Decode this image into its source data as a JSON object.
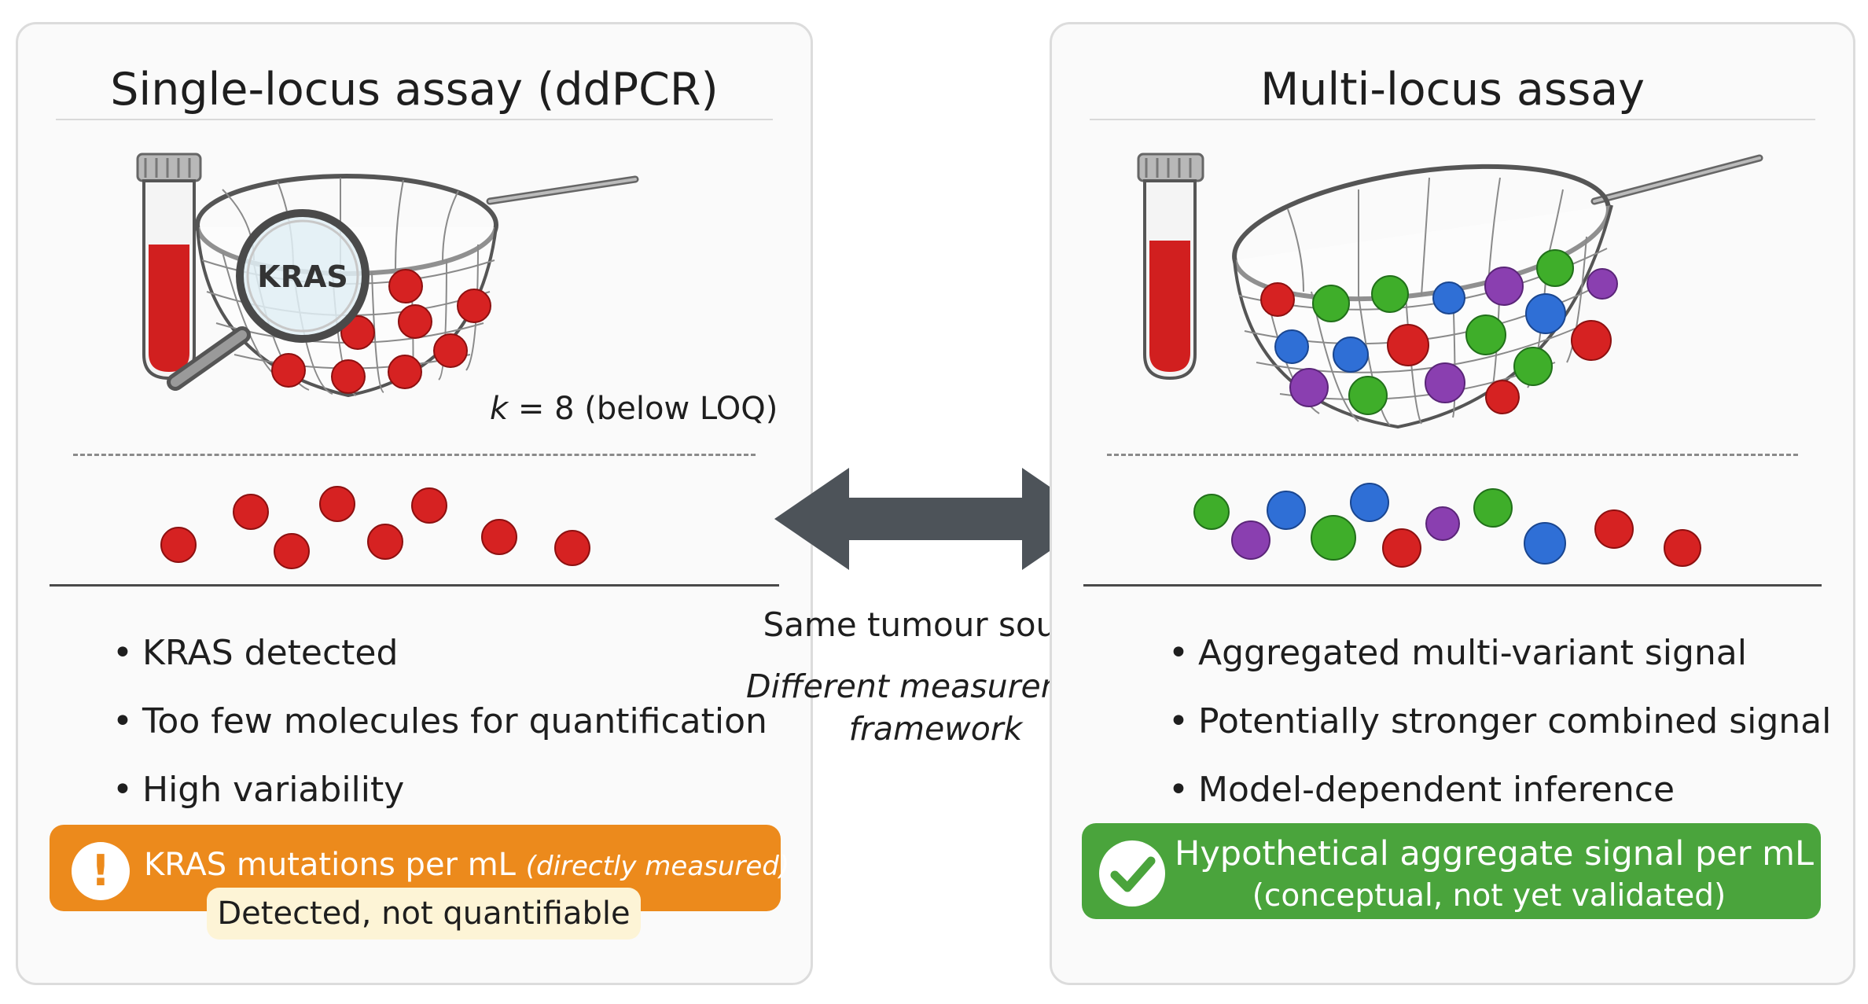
{
  "left_panel": {
    "title": "Single-locus assay (ddPCR)",
    "magnifier_label": "KRAS",
    "k_symbol": "k",
    "k_text": " = 8 (below LOQ)",
    "bullets": [
      "KRAS detected",
      "Too few molecules for quantification",
      "High variability"
    ],
    "result_title": "KRAS mutations per mL ",
    "result_title_paren": "(directly measured)",
    "result_subtitle": "Detected, not quantifiable",
    "result_icon": "exclamation-icon",
    "result_color": "#ec8a1c",
    "molecule_color": "#d62222"
  },
  "center": {
    "source_label": "Same tumour source",
    "framework_label": "Different measurement framework",
    "arrow_color": "#4d5359"
  },
  "right_panel": {
    "title": "Multi-locus assay",
    "bullets": [
      "Aggregated multi-variant signal",
      "Potentially stronger combined signal",
      "Model-dependent inference"
    ],
    "result_title": "Hypothetical aggregate signal per mL",
    "result_subtitle": "(conceptual, not yet validated)",
    "result_icon": "checkmark-icon",
    "result_color": "#4aa43c",
    "molecule_colors": [
      "#d62222",
      "#3fae2a",
      "#2f6fd6",
      "#8a3fb0"
    ]
  }
}
